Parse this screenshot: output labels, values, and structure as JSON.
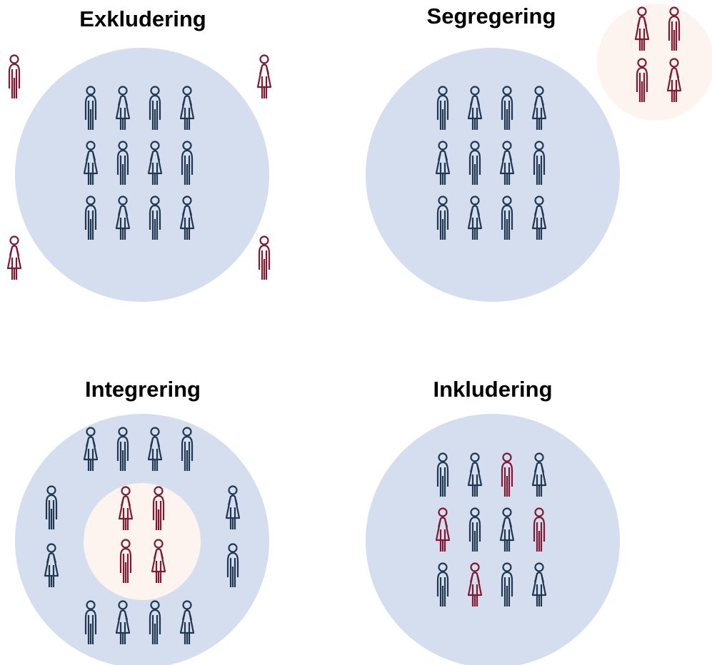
{
  "colors": {
    "background": "#ffffff",
    "outer_circle": "#d4deee",
    "inner_circle": "#fdf3ef",
    "majority_person": "#223752",
    "minority_person": "#7f1a35",
    "title_text": "#000000"
  },
  "icons": {
    "man": "person-man-icon",
    "woman": "person-woman-icon"
  },
  "panels": [
    {
      "id": "exkludering",
      "title": "Exkludering",
      "majority": [
        [
          "man",
          "woman",
          "man",
          "woman"
        ],
        [
          "woman",
          "man",
          "woman",
          "man"
        ],
        [
          "man",
          "woman",
          "man",
          "woman"
        ]
      ],
      "outside": [
        "man",
        "woman",
        "woman",
        "man"
      ]
    },
    {
      "id": "segregering",
      "title": "Segregering",
      "majority": [
        [
          "man",
          "woman",
          "man",
          "woman"
        ],
        [
          "woman",
          "man",
          "woman",
          "man"
        ],
        [
          "man",
          "woman",
          "man",
          "woman"
        ]
      ],
      "separate_group": [
        [
          "woman",
          "man"
        ],
        [
          "man",
          "woman"
        ]
      ]
    },
    {
      "id": "integrering",
      "title": "Integrering",
      "ring_top": [
        "woman",
        "man",
        "woman",
        "man"
      ],
      "ring_left": [
        "man",
        "woman"
      ],
      "ring_right": [
        "woman",
        "man"
      ],
      "ring_bottom": [
        "man",
        "woman",
        "man",
        "woman"
      ],
      "inner_group": [
        [
          "woman",
          "man"
        ],
        [
          "man",
          "woman"
        ]
      ]
    },
    {
      "id": "inkludering",
      "title": "Inkludering",
      "mixed": [
        [
          {
            "g": "man",
            "m": false
          },
          {
            "g": "woman",
            "m": false
          },
          {
            "g": "man",
            "m": true
          },
          {
            "g": "woman",
            "m": false
          }
        ],
        [
          {
            "g": "woman",
            "m": true
          },
          {
            "g": "man",
            "m": false
          },
          {
            "g": "woman",
            "m": false
          },
          {
            "g": "man",
            "m": true
          }
        ],
        [
          {
            "g": "man",
            "m": false
          },
          {
            "g": "woman",
            "m": true
          },
          {
            "g": "man",
            "m": false
          },
          {
            "g": "woman",
            "m": false
          }
        ]
      ]
    }
  ]
}
